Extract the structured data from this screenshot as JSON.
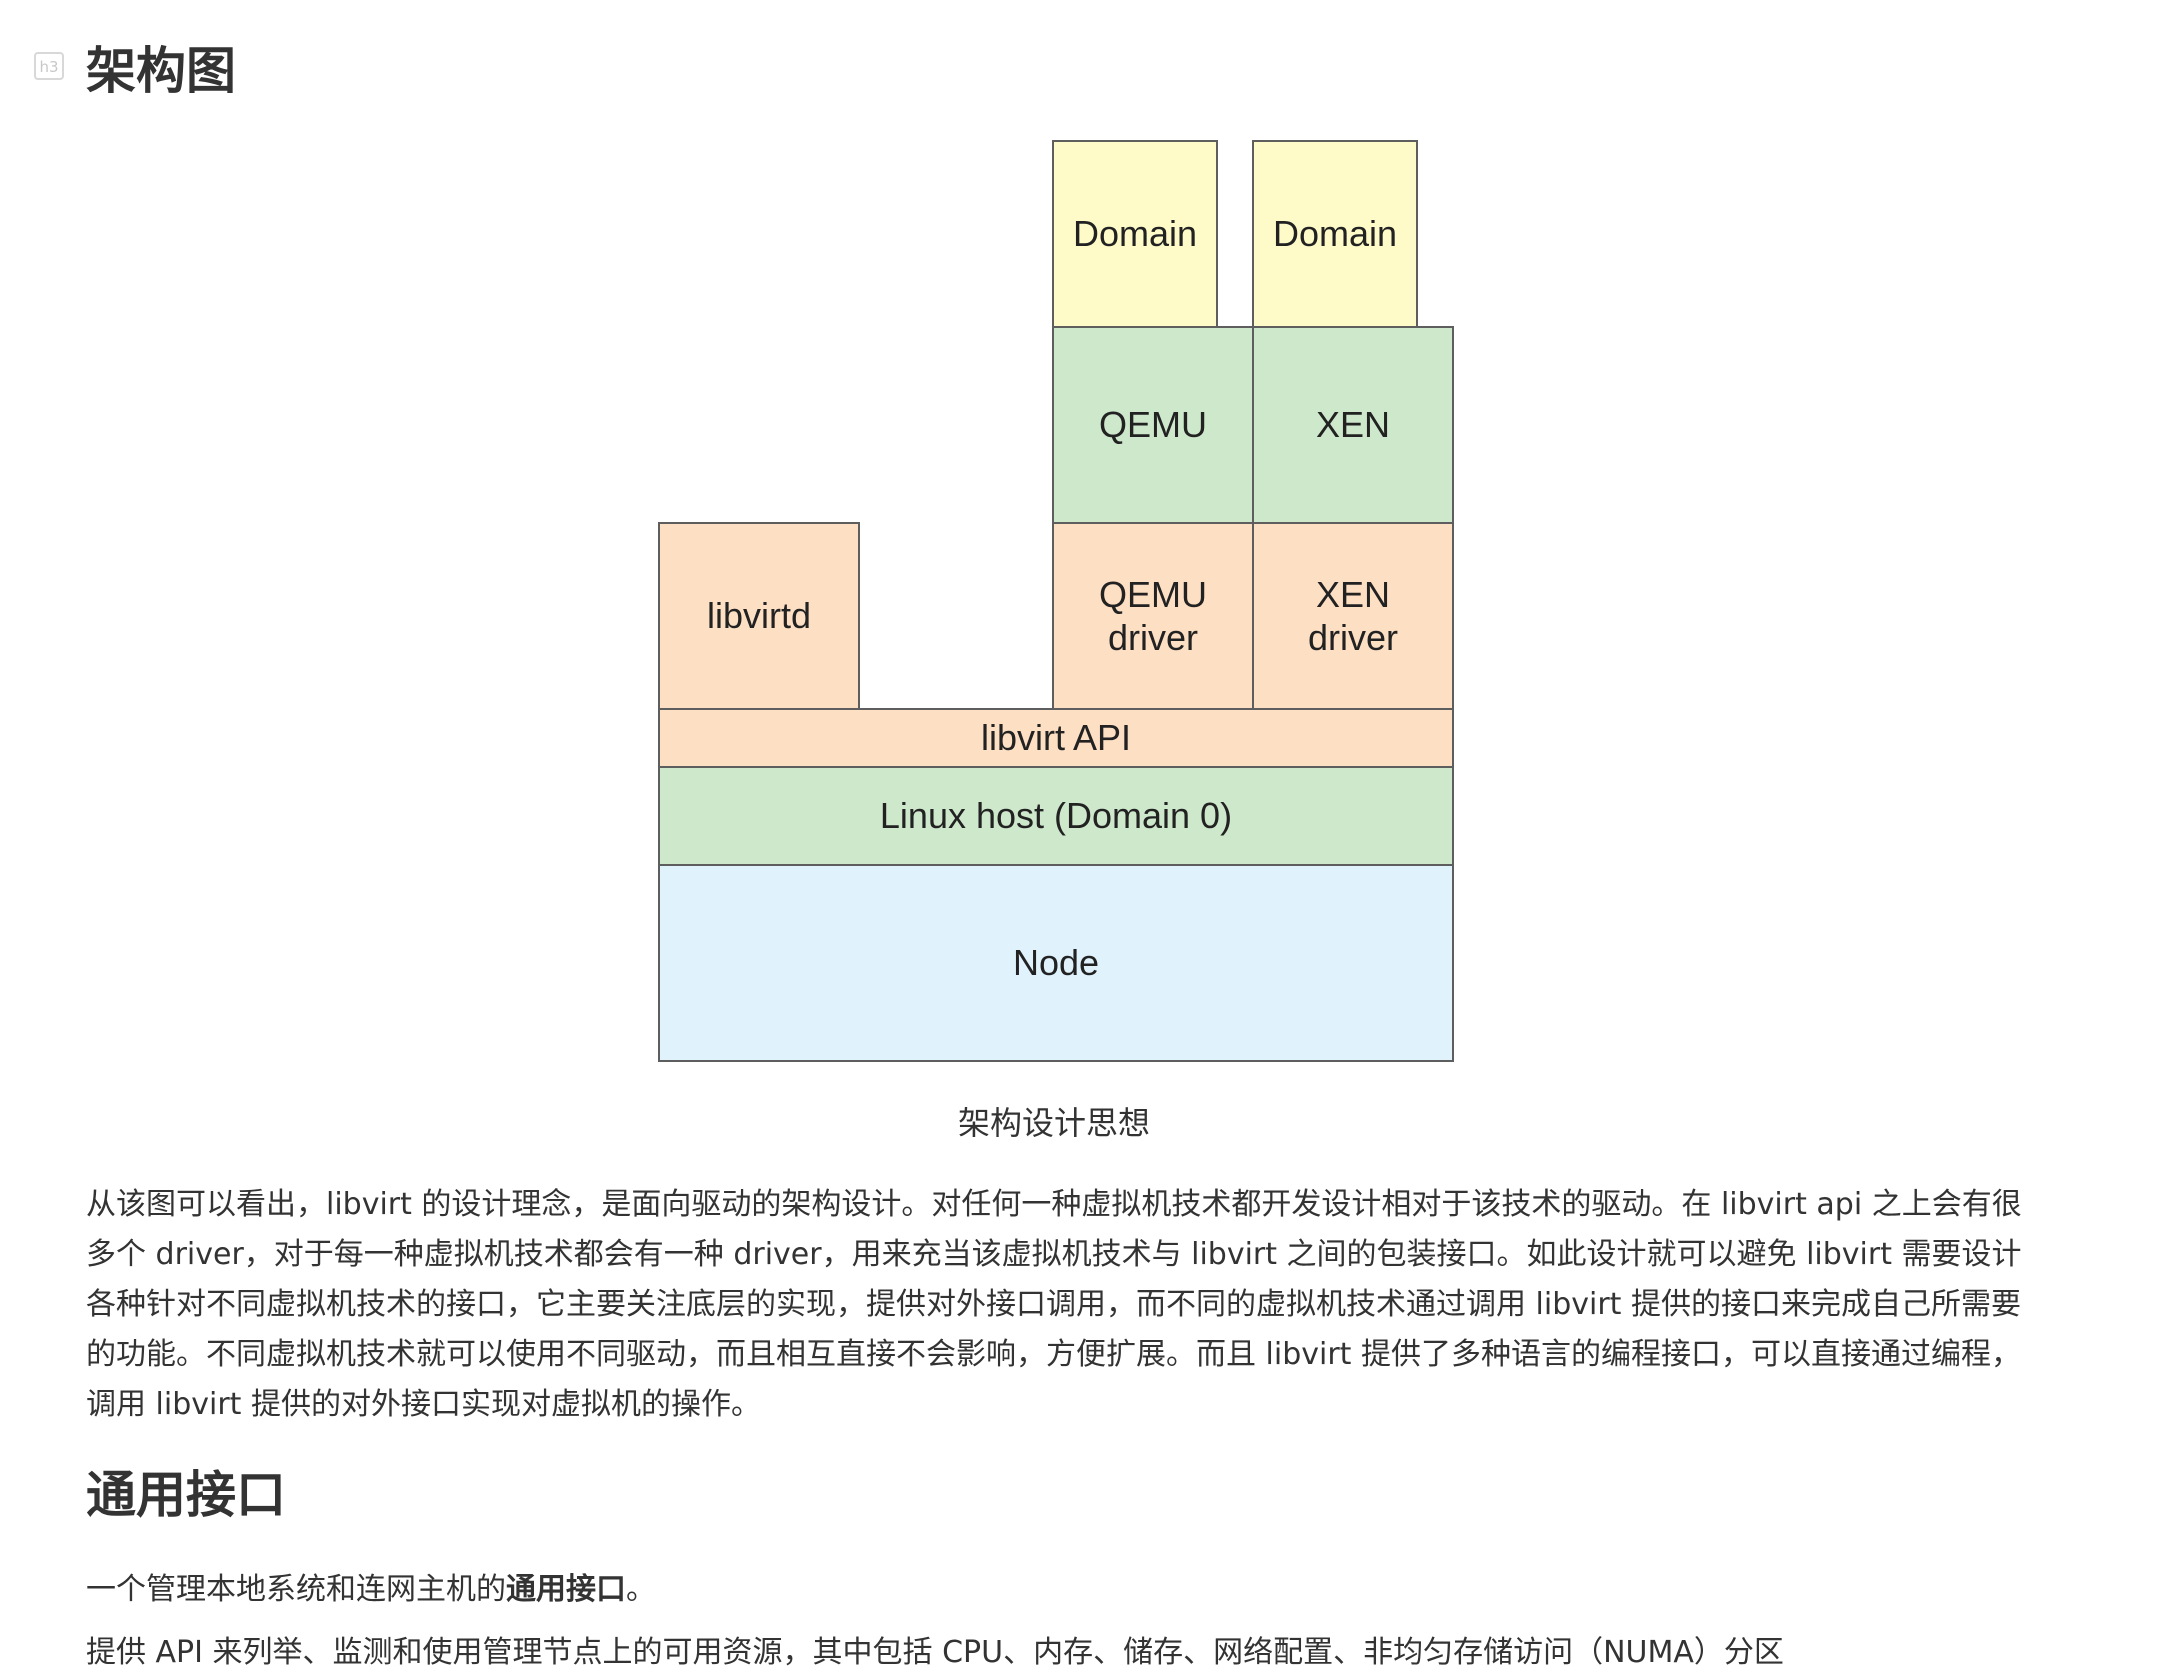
{
  "heading_marker": "h3",
  "section1": {
    "heading": "架构图"
  },
  "diagram": {
    "boxes": {
      "domain1": "Domain",
      "domain2": "Domain",
      "qemu": "QEMU",
      "xen": "XEN",
      "libvirtd": "libvirtd",
      "qemu_driver_line1": "QEMU",
      "qemu_driver_line2": "driver",
      "xen_driver_line1": "XEN",
      "xen_driver_line2": "driver",
      "libvirt_api": "libvirt API",
      "linux_host": "Linux host (Domain 0)",
      "node": "Node"
    },
    "colors": {
      "yellow": "#fffbc9",
      "green": "#cde8cb",
      "orange": "#fddfc4",
      "blue": "#e0f3fd",
      "border": "#5e5e5e"
    },
    "caption": "架构设计思想"
  },
  "paragraph1": "从该图可以看出，libvirt 的设计理念，是面向驱动的架构设计。对任何一种虚拟机技术都开发设计相对于该技术的驱动。在 libvirt api 之上会有很多个 driver，对于每一种虚拟机技术都会有一种 driver，用来充当该虚拟机技术与 libvirt 之间的包装接口。如此设计就可以避免 libvirt 需要设计各种针对不同虚拟机技术的接口，它主要关注底层的实现，提供对外接口调用，而不同的虚拟机技术通过调用 libvirt 提供的接口来完成自己所需要的功能。不同虚拟机技术就可以使用不同驱动，而且相互直接不会影响，方便扩展。而且 libvirt 提供了多种语言的编程接口，可以直接通过编程，调用 libvirt 提供的对外接口实现对虚拟机的操作。",
  "section2": {
    "heading": "通用接口",
    "intro_prefix": "一个管理本地系统和连网主机的",
    "intro_bold": "通用接口",
    "intro_suffix": "。",
    "cutoff_line": "提供 API 来列举、监测和使用管理节点上的可用资源，其中包括 CPU、内存、储存、网络配置、非均匀存储访问（NUMA）分区"
  }
}
